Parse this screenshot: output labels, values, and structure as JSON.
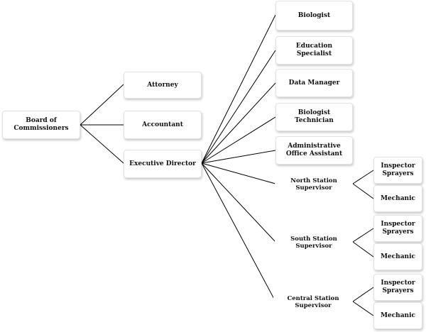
{
  "nodes": {
    "board": "Board of Commissioners",
    "attorney": "Attorney",
    "accountant": "Accountant",
    "executive": "Executive Director",
    "biologist": "Biologist",
    "education": "Education Specialist",
    "data_manager": "Data Manager",
    "bio_tech": "Biologist Technician",
    "admin_assistant": "Administrative Office Assistant",
    "north_supervisor": "North Station Supervisor",
    "north_inspector": "Inspector Sprayers",
    "north_mechanic": "Mechanic",
    "south_supervisor": "South Station Supervisor",
    "south_inspector": "Inspector Sprayers",
    "south_mechanic": "Mechanic",
    "central_supervisor": "Central Station Supervisor",
    "central_inspector": "Inspector Sprayers",
    "central_mechanic": "Mechanic"
  },
  "colors": {
    "line": "#000000",
    "box_border": "#e3e3e3",
    "text": "#111111"
  }
}
